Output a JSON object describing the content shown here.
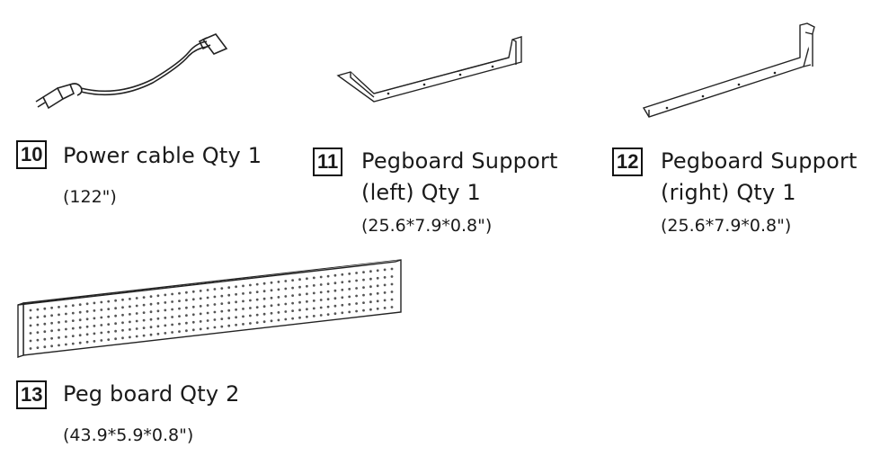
{
  "parts": [
    {
      "number": "10",
      "name_lines": [
        "Power cable Qty 1"
      ],
      "dimensions": "(122\")"
    },
    {
      "number": "11",
      "name_lines": [
        "Pegboard Support",
        "(left) Qty 1"
      ],
      "dimensions": "(25.6*7.9*0.8\")"
    },
    {
      "number": "12",
      "name_lines": [
        "Pegboard Support",
        "(right) Qty 1"
      ],
      "dimensions": "(25.6*7.9*0.8\")"
    },
    {
      "number": "13",
      "name_lines": [
        "Peg board Qty 2"
      ],
      "dimensions": "(43.9*5.9*0.8\")"
    }
  ],
  "illustrations": [
    "power-cable-illustration",
    "pegboard-support-left-illustration",
    "pegboard-support-right-illustration",
    "peg-board-illustration"
  ]
}
